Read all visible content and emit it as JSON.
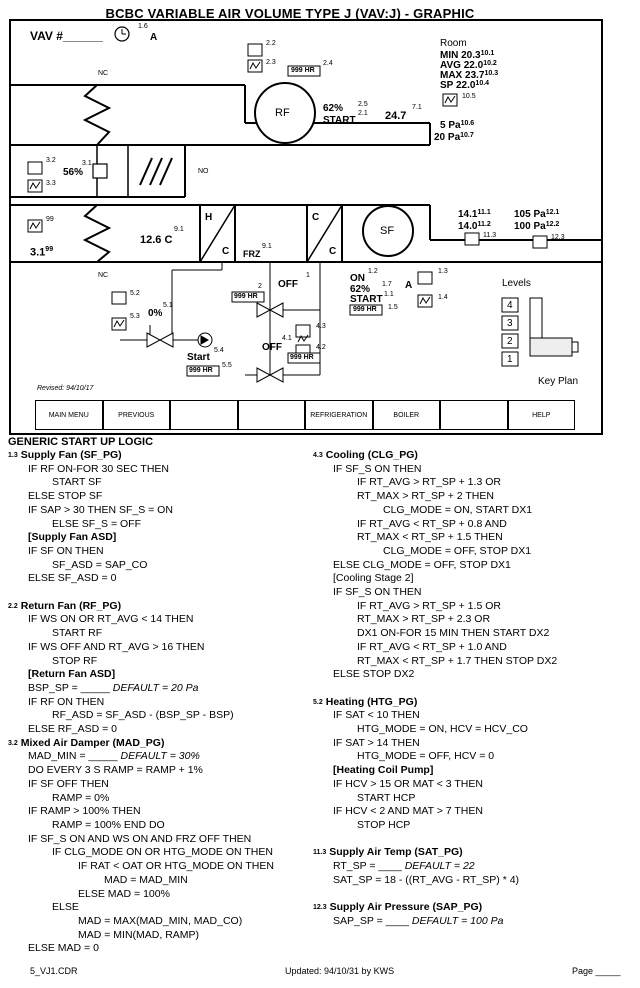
{
  "title": "BCBC VARIABLE AIR VOLUME TYPE J (VAV:J)  -  GRAPHIC",
  "schematic": {
    "vav_label": "VAV #______",
    "clock_ref": "1.6",
    "clock_suffix": "A",
    "room": {
      "heading": "Room",
      "rows": [
        {
          "label": "MIN",
          "value": "20.3",
          "ref": "10.1"
        },
        {
          "label": "AVG",
          "value": "22.0",
          "ref": "10.2"
        },
        {
          "label": "MAX",
          "value": "23.7",
          "ref": "10.3"
        },
        {
          "label": "SP",
          "value": "22.0",
          "ref": "10.4"
        }
      ],
      "trend_ref": "10.5"
    },
    "return_fan": {
      "label": "RF",
      "percent": "62%",
      "status": "START",
      "percent_ref": "2.5",
      "status_ref": "2.1",
      "temp": "24.7",
      "temp_ref": "7.1",
      "hours": "999 HR",
      "hours_ref": "2.4",
      "ref_a": "2.2",
      "ref_b": "2.3"
    },
    "pressure_return": {
      "top": "5 Pa",
      "top_ref": "10.6",
      "bottom": "20 Pa",
      "bottom_ref": "10.7"
    },
    "nc_top": "NC",
    "no_mid": "NO",
    "nc_bottom": "NC",
    "mixed_damper": {
      "percent": "56%",
      "ref_a": "3.2",
      "ref_b": "3.3",
      "ref_c": "3.1"
    },
    "outside_air": {
      "value": "3.1",
      "ref": "99",
      "trend_ref": "99"
    },
    "mixed_temp": {
      "value": "12.6 C",
      "ref": "9.1"
    },
    "heat_coil": {
      "top": "H",
      "bottom": "C"
    },
    "freeze": {
      "label": "FRZ",
      "ref": "9.1"
    },
    "cool_coil": {
      "top": "C",
      "bottom": "C"
    },
    "supply_fan": {
      "label": "SF",
      "status_code": "ON",
      "status_ref": "1.2",
      "percent": "62%",
      "percent_ref": "1.7",
      "status": "START",
      "status2_ref": "1.1",
      "hours": "999 HR",
      "hours_ref": "1.5",
      "suffix": "A",
      "ref_a": "1.3",
      "ref_b": "1.4"
    },
    "supply_temp": {
      "top": "14.1",
      "top_ref": "11.1",
      "bottom": "14.0",
      "bottom_ref": "11.2",
      "trend_ref": "11.3"
    },
    "supply_press": {
      "top": "105 Pa",
      "top_ref": "12.1",
      "bottom": "100 Pa",
      "bottom_ref": "12.2",
      "trend_ref": "12.3"
    },
    "hcv": {
      "percent": "0%",
      "ref": "5.1",
      "ref_a": "5.2",
      "ref_b": "5.3"
    },
    "hcp": {
      "status": "Start",
      "ref": "5.4",
      "hours": "999 HR",
      "hours_ref": "5.5"
    },
    "dx1": {
      "status": "OFF",
      "ref": "1",
      "hours": "999 HR",
      "pre": "2"
    },
    "dx2": {
      "status": "OFF",
      "ref": "4.1",
      "hours": "999 HR",
      "ref_a": "4.3",
      "ref_b": "4.2"
    },
    "levels": {
      "heading": "Levels",
      "items": [
        "4",
        "3",
        "2",
        "1"
      ]
    },
    "key_plan": "Key Plan",
    "revised": "Revised: 94/10/17"
  },
  "nav": [
    "MAIN MENU",
    "PREVIOUS",
    "",
    "",
    "REFRIGERATION",
    "BOILER",
    "",
    "HELP"
  ],
  "logic": {
    "heading": "GENERIC START UP LOGIC",
    "left": [
      {
        "ref": "1.3",
        "text": "Supply Fan (SF_PG)",
        "cls": "h"
      },
      {
        "text": "IF RF ON-FOR 30 SEC THEN",
        "cls": "i1"
      },
      {
        "text": "START SF",
        "cls": "i2"
      },
      {
        "text": "ELSE STOP SF",
        "cls": "i1"
      },
      {
        "text": "IF SAP > 30 THEN SF_S = ON",
        "cls": "i1"
      },
      {
        "text": "ELSE SF_S = OFF",
        "cls": "i2"
      },
      {
        "text": "[Supply Fan ASD]",
        "cls": "i1 h"
      },
      {
        "text": "IF SF ON THEN",
        "cls": "i1"
      },
      {
        "text": "SF_ASD = SAP_CO",
        "cls": "i2"
      },
      {
        "text": "ELSE SF_ASD = 0",
        "cls": "i1"
      },
      {
        "text": "",
        "cls": ""
      },
      {
        "ref": "2.2",
        "text": "Return Fan (RF_PG)",
        "cls": "h"
      },
      {
        "text": "IF WS ON OR RT_AVG < 14 THEN",
        "cls": "i1"
      },
      {
        "text": "START RF",
        "cls": "i2"
      },
      {
        "text": "IF WS OFF AND RT_AVG > 16 THEN",
        "cls": "i1"
      },
      {
        "text": "STOP RF",
        "cls": "i2"
      },
      {
        "text": "[Return Fan ASD]",
        "cls": "i1 h"
      },
      {
        "text": "BSP_SP = _____ ",
        "tail": "DEFAULT = 20 Pa",
        "cls": "i1"
      },
      {
        "text": "IF RF ON THEN",
        "cls": "i1"
      },
      {
        "text": "RF_ASD = SF_ASD - (BSP_SP - BSP)",
        "cls": "i2"
      },
      {
        "text": "ELSE RF_ASD = 0",
        "cls": "i1"
      },
      {
        "ref": "3.2",
        "text": "Mixed Air Damper (MAD_PG)",
        "cls": "h"
      },
      {
        "text": "MAD_MIN = _____ ",
        "tail": "DEFAULT = 30%",
        "cls": "i1"
      },
      {
        "text": "DO EVERY 3 S RAMP = RAMP + 1%",
        "cls": "i1"
      },
      {
        "text": "IF SF OFF THEN",
        "cls": "i1"
      },
      {
        "text": "RAMP = 0%",
        "cls": "i2"
      },
      {
        "text": "IF RAMP > 100% THEN",
        "cls": "i1"
      },
      {
        "text": "RAMP = 100% END DO",
        "cls": "i2"
      },
      {
        "text": "IF SF_S ON AND WS ON AND FRZ OFF THEN",
        "cls": "i1"
      },
      {
        "text": "IF CLG_MODE ON OR HTG_MODE ON THEN",
        "cls": "i2"
      },
      {
        "text": "IF RAT < OAT OR HTG_MODE ON THEN",
        "cls": "i3"
      },
      {
        "text": "MAD = MAD_MIN",
        "cls": "i4"
      },
      {
        "text": "ELSE MAD = 100%",
        "cls": "i3"
      },
      {
        "text": "ELSE",
        "cls": "i2"
      },
      {
        "text": "MAD = MAX(MAD_MIN, MAD_CO)",
        "cls": "i3"
      },
      {
        "text": "MAD = MIN(MAD, RAMP)",
        "cls": "i3"
      },
      {
        "text": "ELSE MAD = 0",
        "cls": "i1"
      }
    ],
    "right": [
      {
        "ref": "4.3",
        "text": "Cooling (CLG_PG)",
        "cls": "h"
      },
      {
        "text": "IF SF_S ON THEN",
        "cls": "i1"
      },
      {
        "text": "IF RT_AVG > RT_SP + 1.3 OR",
        "cls": "i2"
      },
      {
        "text": "RT_MAX > RT_SP + 2 THEN",
        "cls": "i2"
      },
      {
        "text": "CLG_MODE = ON, START DX1",
        "cls": "i3"
      },
      {
        "text": "IF RT_AVG < RT_SP + 0.8 AND",
        "cls": "i2"
      },
      {
        "text": "RT_MAX < RT_SP + 1.5 THEN",
        "cls": "i2"
      },
      {
        "text": "CLG_MODE = OFF, STOP DX1",
        "cls": "i3"
      },
      {
        "text": "ELSE CLG_MODE = OFF, STOP DX1",
        "cls": "i1"
      },
      {
        "text": "[Cooling Stage 2]",
        "cls": "i1"
      },
      {
        "text": "IF SF_S ON THEN",
        "cls": "i1"
      },
      {
        "text": "IF RT_AVG > RT_SP + 1.5 OR",
        "cls": "i2"
      },
      {
        "text": "RT_MAX > RT_SP + 2.3 OR",
        "cls": "i2"
      },
      {
        "text": "DX1 ON-FOR 15 MIN THEN START DX2",
        "cls": "i2"
      },
      {
        "text": "IF RT_AVG < RT_SP + 1.0 AND",
        "cls": "i2"
      },
      {
        "text": "RT_MAX < RT_SP + 1.7 THEN STOP DX2",
        "cls": "i2"
      },
      {
        "text": "ELSE STOP DX2",
        "cls": "i1"
      },
      {
        "text": "",
        "cls": ""
      },
      {
        "ref": "5.2",
        "text": "Heating (HTG_PG)",
        "cls": "h"
      },
      {
        "text": "IF SAT < 10 THEN",
        "cls": "i1"
      },
      {
        "text": "HTG_MODE = ON, HCV = HCV_CO",
        "cls": "i2"
      },
      {
        "text": "IF SAT > 14 THEN",
        "cls": "i1"
      },
      {
        "text": "HTG_MODE = OFF, HCV = 0",
        "cls": "i2"
      },
      {
        "text": "[Heating Coil Pump]",
        "cls": "i1 h"
      },
      {
        "text": "IF HCV > 15 OR MAT < 3 THEN",
        "cls": "i1"
      },
      {
        "text": "START HCP",
        "cls": "i2"
      },
      {
        "text": "IF HCV < 2 AND MAT > 7 THEN",
        "cls": "i1"
      },
      {
        "text": "STOP HCP",
        "cls": "i2"
      },
      {
        "text": "",
        "cls": ""
      },
      {
        "ref": "11.3",
        "text": "Supply Air Temp (SAT_PG)",
        "cls": "h"
      },
      {
        "text": "RT_SP = ____ ",
        "tail": "DEFAULT = 22",
        "cls": "i1"
      },
      {
        "text": "SAT_SP = 18 - ((RT_AVG - RT_SP) * 4)",
        "cls": "i1"
      },
      {
        "text": "",
        "cls": ""
      },
      {
        "ref": "12.3",
        "text": "Supply Air Pressure (SAP_PG)",
        "cls": "h"
      },
      {
        "text": "SAP_SP = ____ ",
        "tail": "DEFAULT = 100 Pa",
        "cls": "i1"
      }
    ]
  },
  "footer": {
    "file": "5_VJ1.CDR",
    "updated": "Updated: 94/10/31 by KWS",
    "page": "Page _____"
  }
}
